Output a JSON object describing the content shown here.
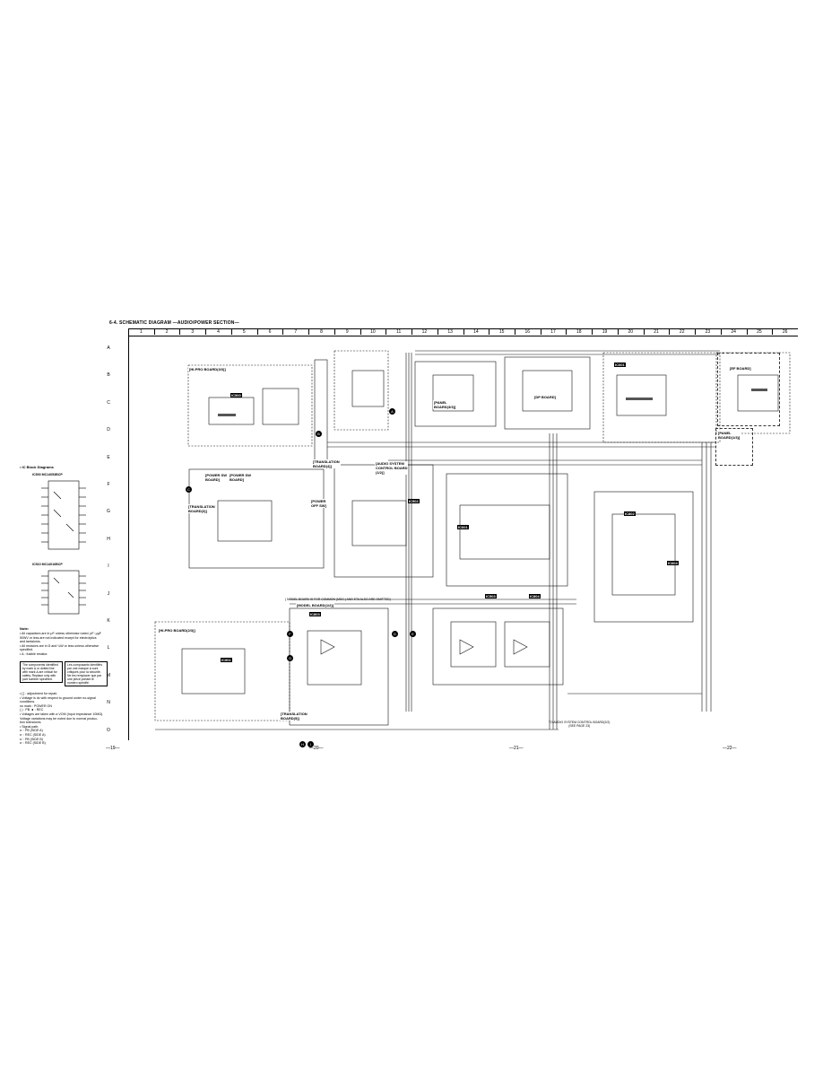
{
  "title": "6-4.  SCHEMATIC DIAGRAM  —AUDIO/POWER SECTION—",
  "columns": [
    "1",
    "2",
    "3",
    "4",
    "5",
    "6",
    "7",
    "8",
    "9",
    "10",
    "11",
    "12",
    "13",
    "14",
    "15",
    "16",
    "17",
    "18",
    "19",
    "20",
    "21",
    "22",
    "23",
    "24",
    "25",
    "26"
  ],
  "rows": [
    "A",
    "B",
    "C",
    "D",
    "E",
    "F",
    "G",
    "H",
    "I",
    "J",
    "K",
    "L",
    "M",
    "N",
    "O"
  ],
  "boards": {
    "hi_pro_1": "[HI-PRO BOARD(3/3)]",
    "translation_4": "[TRANSLATION\nBOARD(4)]",
    "audio_system": "[AUDIO SYSTEM\nCONTROL BOARD\n(1/2)]",
    "power_sw": "[POWER SW\nBOARD]",
    "power_sw2": "[POWER SW\nBOARD]",
    "translation_3": "[TRANSLATION\nBOARD(3)]",
    "power_off": "[POWER\nOFF SW]",
    "panel_3": "[PANEL\nBOARD(3/3)]",
    "dp_board": "[DP BOARD]",
    "ef_board": "[EF BOARD]",
    "panel_1": "[PANEL\nBOARD(1/3)]",
    "model_board": "[MODEL BOARD(1/2)]",
    "hi_pro_2": "[HI-PRO BOARD(2/3)]",
    "translation_5": "[TRANSLATION\nBOARD(5)]",
    "model_note": "( MODEL BOARD IS FOR COMMON (MSG.) AND ETA ALSO ARE OMITTED)"
  },
  "chips": {
    "ic1": "IC500",
    "ic2": "IC502",
    "ic3": "IC601",
    "ic4": "IC503",
    "ic5": "IC804",
    "ic6": "IC802",
    "ic7": "IC604",
    "ic8": "IC803",
    "ic9": "IC901",
    "ic10": "IC001"
  },
  "left_panel": {
    "heading": "• IC Block Diagrams",
    "ic500_label": "IC500   MC14053BCP",
    "ic510_label": "IC510   MC14016BCP",
    "note_heading": "Note:",
    "notes": [
      "• All capacitors are in μF unless otherwise noted. pF: μμF",
      "  50WV or less are not indicated except for electrolytics",
      "  and tantalums.",
      "• All resistors are in Ω and ¼W or less unless otherwise",
      "  specified.",
      "• ∆ : fusible resistor."
    ],
    "boxnote1": "The components identified by mark ∆ or dotted line with mark ∆ are critical for safety. Replace only with part number specified.",
    "boxnote2": "Les composants identifiés par une marque ∆ sont critiques pour la sécurité. Ne les remplacer que par une pièce portant le numéro spécifié.",
    "legend": [
      "• [   ] : adjustment for repair.",
      "• Voltage is dc with respect to ground under no-signal",
      "  conditions.",
      "  no mark : POWER ON",
      "  ( ) : PB    ◄ : REC",
      "• Voltages are taken with a VOM (Input impedance 10MΩ).",
      "  Voltage variations may be noted due to normal produc-",
      "  tion tolerances.",
      "• Signal path:",
      "  ⊳ : PB (SIDE A)",
      "  ⊳ : REC (SIDE A)",
      "  ⊳ : PB (SIDE B)",
      "  ⊳ : REC (SIDE B)"
    ]
  },
  "page_numbers": [
    "—19—",
    "—20—",
    "—21—",
    "—22—"
  ],
  "bottom_note": "TO AUDIO SYSTEM CONTROL BOARD(2/2)\n(SEE PAGE 23)"
}
